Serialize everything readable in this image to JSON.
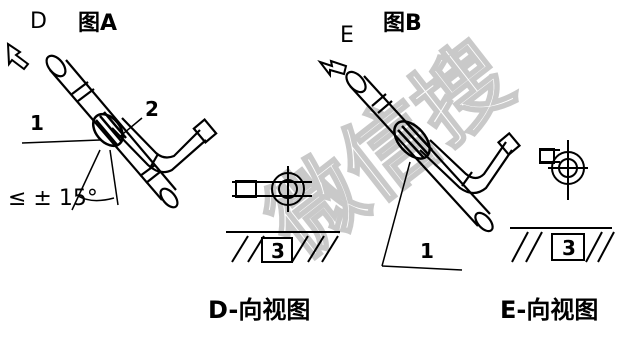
{
  "figure_a": {
    "view_letter": "D",
    "title": "图A",
    "callout_1": "1",
    "callout_2": "2",
    "tolerance": "≤ ± 15°"
  },
  "figure_b": {
    "view_letter": "E",
    "title": "图B",
    "callout_1": "1"
  },
  "view_d": {
    "caption": "D-向视图",
    "base_number": "3"
  },
  "view_e": {
    "caption": "E-向视图",
    "base_number": "3"
  },
  "watermark": {
    "text": "微信搜"
  },
  "colors": {
    "ink": "#000000",
    "background": "#ffffff",
    "watermark": "#c9c9c9"
  }
}
